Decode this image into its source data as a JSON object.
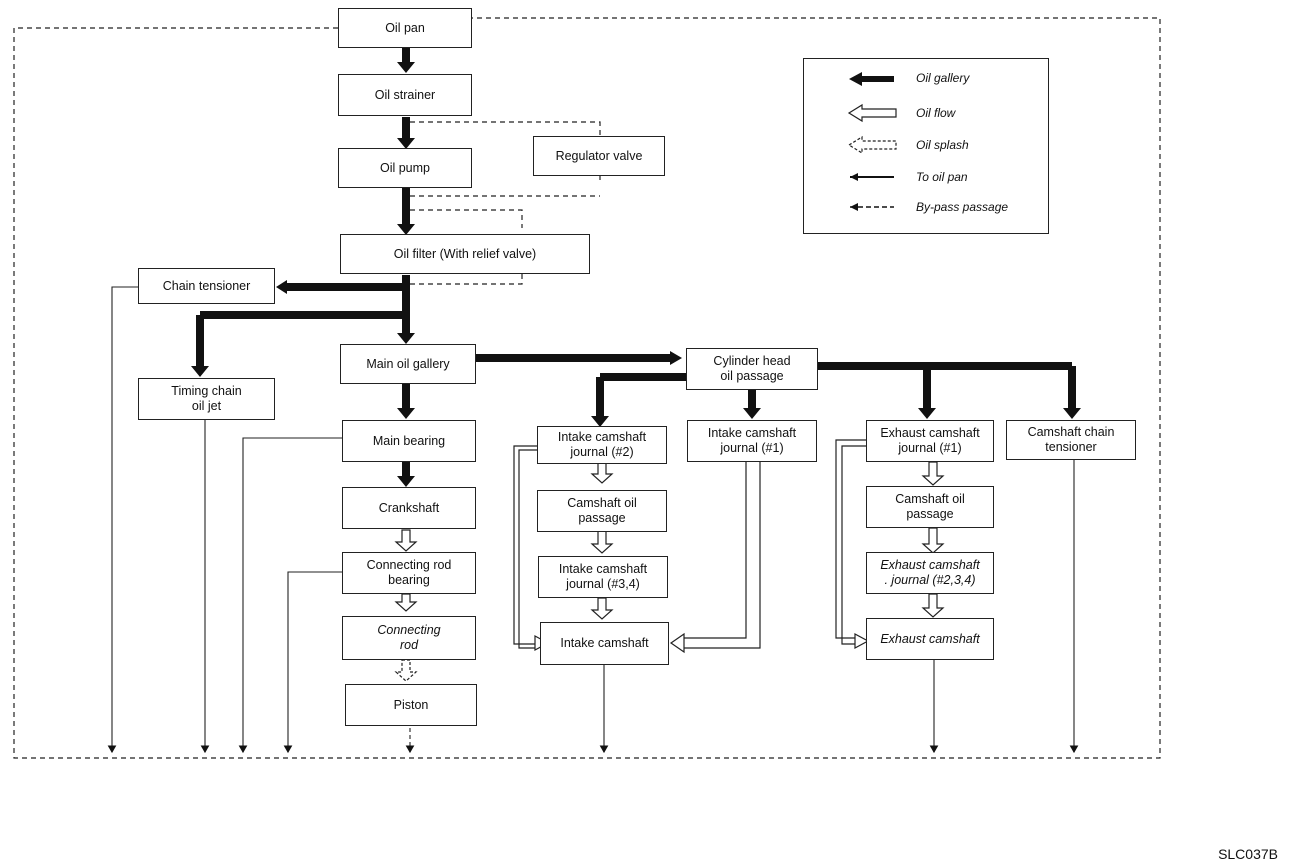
{
  "nodes": {
    "oil_pan": "Oil pan",
    "oil_strainer": "Oil strainer",
    "oil_pump": "Oil pump",
    "regulator_valve": "Regulator valve",
    "oil_filter": "Oil filter  (With relief valve)",
    "chain_tensioner": "Chain tensioner",
    "timing_chain_oil_jet": "Timing chain\noil jet",
    "main_oil_gallery": "Main oil gallery",
    "main_bearing": "Main bearing",
    "crankshaft": "Crankshaft",
    "connecting_rod_bearing": "Connecting rod\nbearing",
    "connecting_rod": "Connecting\nrod",
    "piston": "Piston",
    "cylinder_head_oil_passage": "Cylinder head\noil passage",
    "intake_camshaft_journal_2": "Intake camshaft\njournal (#2)",
    "intake_camshaft_journal_1": "Intake camshaft\njournal (#1)",
    "camshaft_oil_passage_intake": "Camshaft oil\npassage",
    "intake_camshaft_journal_34": "Intake camshaft\njournal (#3,4)",
    "intake_camshaft": "Intake camshaft",
    "exhaust_camshaft_journal_1": "Exhaust camshaft\njournal (#1)",
    "camshaft_oil_passage_exhaust": "Camshaft oil\npassage",
    "exhaust_camshaft_journal_234": "Exhaust camshaft\n. journal (#2,3,4)",
    "exhaust_camshaft": "Exhaust camshaft",
    "camshaft_chain_tensioner": "Camshaft chain\ntensioner"
  },
  "legend": {
    "oil_gallery": "Oil gallery",
    "oil_flow": "Oil flow",
    "oil_splash": "Oil splash",
    "to_oil_pan": "To oil pan",
    "bypass_passage": "By-pass passage"
  },
  "figure_code": "SLC037B"
}
